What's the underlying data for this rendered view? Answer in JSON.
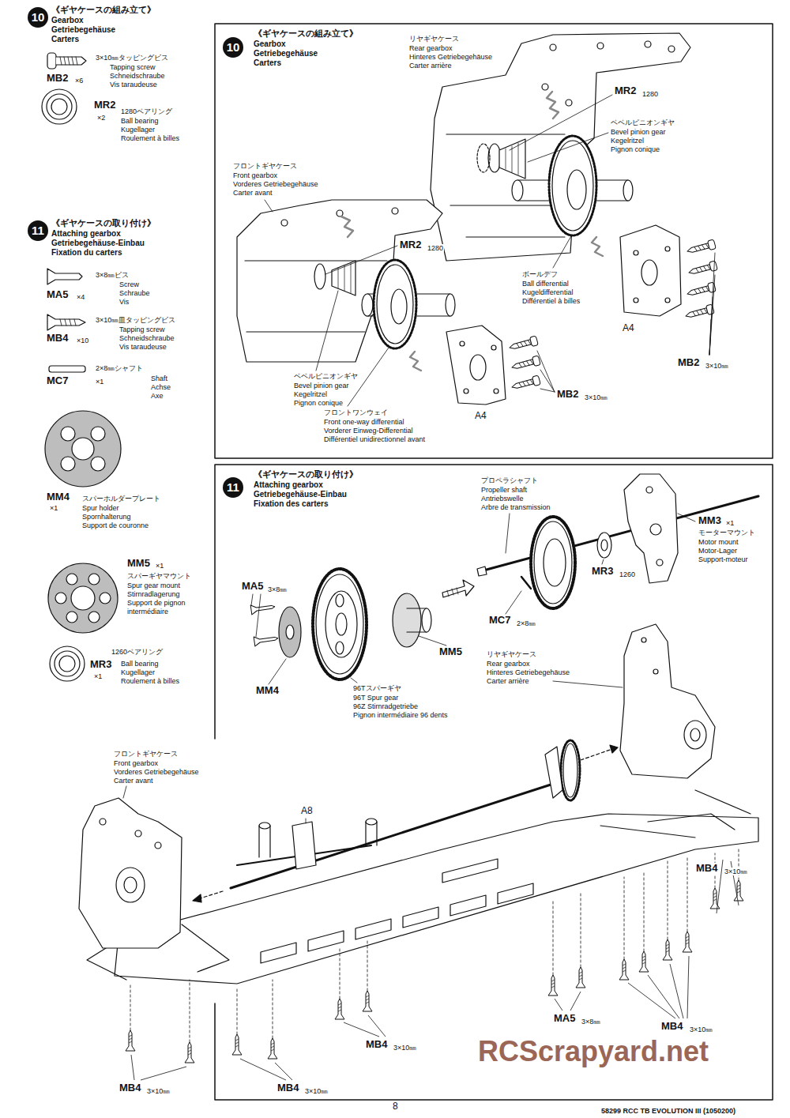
{
  "diagram": {
    "nodes": [
      {
        "text": [
          "10",
          "《ギヤケースの組み立て》",
          "Gearbox",
          "Getriebegehäuse",
          "Carters"
        ]
      },
      {
        "text": [
          "11",
          "《ギヤケースの取り付け》",
          "Attaching gearbox",
          "Getriebegehäuse-Einbau",
          "Fixation des carters"
        ]
      }
    ],
    "labels": [
      "10",
      "《ギヤケースの組み立て》",
      "Gearbox",
      "Getriebegehäuse",
      "Carters",
      "3×10㎜タッピングビス",
      "Tapping screw",
      "Schneidschraube",
      "Vis taraudeuse",
      "MB2",
      "×6",
      "MR2",
      "1280ベアリング",
      "×2",
      "Ball bearing",
      "Kugellager",
      "Roulement à billes",
      "11",
      "《ギヤケースの取り付け》",
      "Attaching gearbox",
      "Getriebegehäuse-Einbau",
      "Fixation du carters",
      "3×8㎜ビス",
      "Screw",
      "Schraube",
      "Vis",
      "MA5",
      "×4",
      "3×10㎜皿タッピングビス",
      "Tapping screw",
      "Schneidschraube",
      "Vis taraudeuse",
      "MB4",
      "×10",
      "MC7",
      "2×8㎜シャフト",
      "×1",
      "Shaft",
      "Achse",
      "Axe",
      "MM4",
      "×1",
      "スパーホルダープレート",
      "Spur holder",
      "Spornhalterung",
      "Support de couronne",
      "MM5",
      "×1",
      "スパーギヤマウント",
      "Spur gear mount",
      "Stirnradlagerung",
      "Support de pignon",
      "intermédiaire",
      "1260ベアリング",
      "MR3",
      "×1",
      "Ball bearing",
      "Kugellager",
      "Roulement à billes",
      "リヤギヤケース",
      "Rear gearbox",
      "Hinteres Getriebegehäuse",
      "Carter arrière",
      "MR2",
      "1280",
      "ベベルピニオンギヤ",
      "Bevel pinion gear",
      "Kegelritzel",
      "Pignon conique",
      "フロントギヤケース",
      "Front gearbox",
      "Vorderes Getriebegehäuse",
      "Carter avant",
      "MR2",
      "1280",
      "ボールデフ",
      "Ball differential",
      "Kugeldifferential",
      "Différentiel à billes",
      "A4",
      "MB2",
      "3×10㎜",
      "ベベルピニオンギヤ",
      "Bevel pinion gear",
      "Kegelritzel",
      "Pignon conique",
      "MB2",
      "3×10㎜",
      "フロントワンウェイ",
      "Front one-way differential",
      "Vorderer Einweg-Differential",
      "Différentiel unidirectionnel avant",
      "A4",
      "プロペラシャフト",
      "Propeller shaft",
      "Antriebswelle",
      "Arbre de transmission",
      "MM3",
      "×1",
      "モーターマウント",
      "Motor mount",
      "Motor-Lager",
      "Support-moteur",
      "MA5",
      "3×8㎜",
      "MR3",
      "1260",
      "MC7",
      "2×8㎜",
      "MM5",
      "MM4",
      "96Tスパーギヤ",
      "96T Spur gear",
      "96Z Stirnradgetriebe",
      "Pignon intermédiaire 96 dents",
      "リヤギヤケース",
      "Rear gearbox",
      "Hinteres Getriebegehäuse",
      "Carter arrière",
      "フロントギヤケース",
      "Front gearbox",
      "Vorderes Getriebegehäuse",
      "Carter avant",
      "A8",
      "MB4",
      "3×10㎜",
      "MA5",
      "3×8㎜",
      "MB4",
      "3×10㎜",
      "MB4",
      "3×10㎜",
      "MB4",
      "3×10㎜",
      "MB4",
      "3×10㎜",
      "RCScrapyard.net",
      "8",
      "58299 RCC TB EVOLUTION III (1050200)"
    ]
  }
}
